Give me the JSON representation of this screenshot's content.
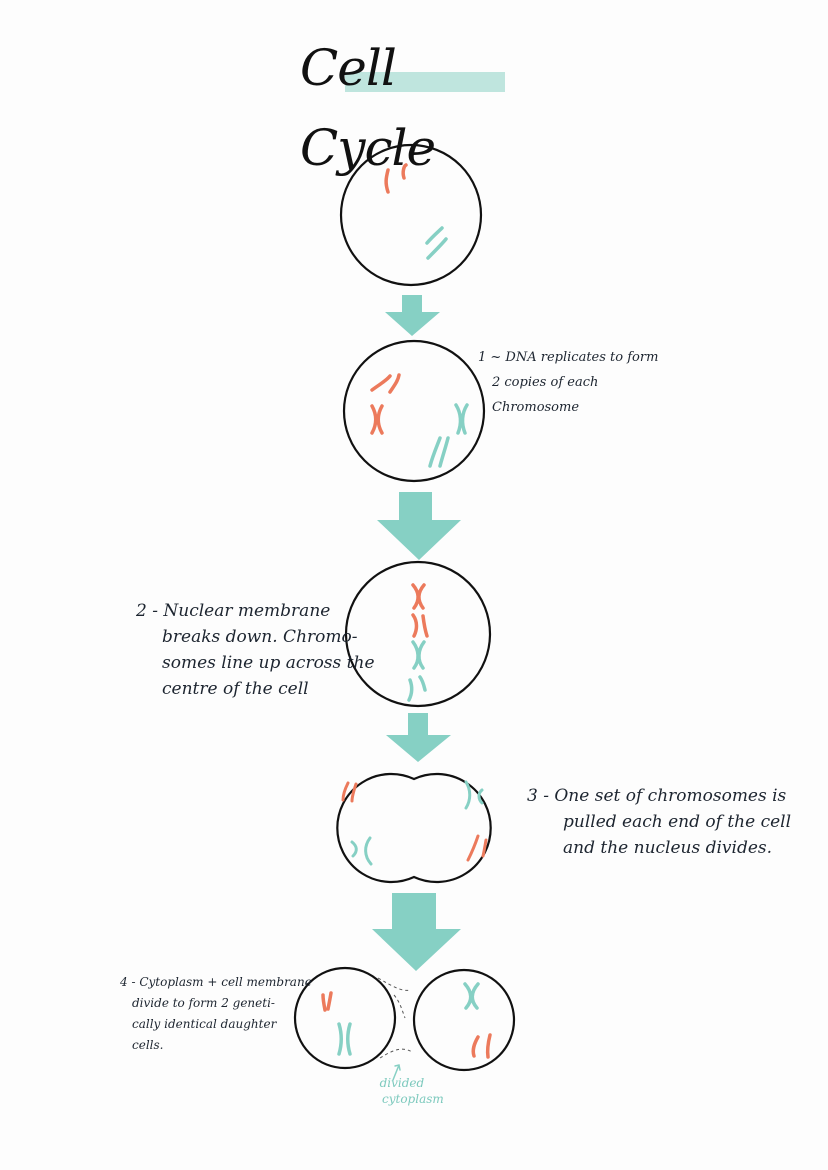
{
  "title": "Cell Cycle",
  "colors": {
    "accent_teal": "#86d0c4",
    "highlight_teal": "#bfe5de",
    "chromosome_red": "#ec7a5c",
    "ink": "#111111"
  },
  "stages": [
    {
      "label_lines": [
        "1 ~ DNA replicates to form",
        "2 copies of each",
        "Chromosome"
      ]
    },
    {
      "label_lines": [
        "2 - Nuclear membrane",
        "breaks down. Chromo-",
        "somes line up across the",
        "centre of the cell"
      ]
    },
    {
      "label_lines": [
        "3 - One set of chromosomes is",
        "pulled each end of the cell",
        "and the nucleus divides."
      ]
    },
    {
      "label_lines": [
        "4 - Cytoplasm + cell membrane",
        "divide to form 2 geneti-",
        "cally identical daughter",
        "cells."
      ]
    }
  ],
  "annotation": {
    "label_lines": [
      "divided",
      "cytoplasm"
    ]
  },
  "icons": [
    "down-arrow-icon",
    "cell-icon",
    "chromosome-icon"
  ]
}
